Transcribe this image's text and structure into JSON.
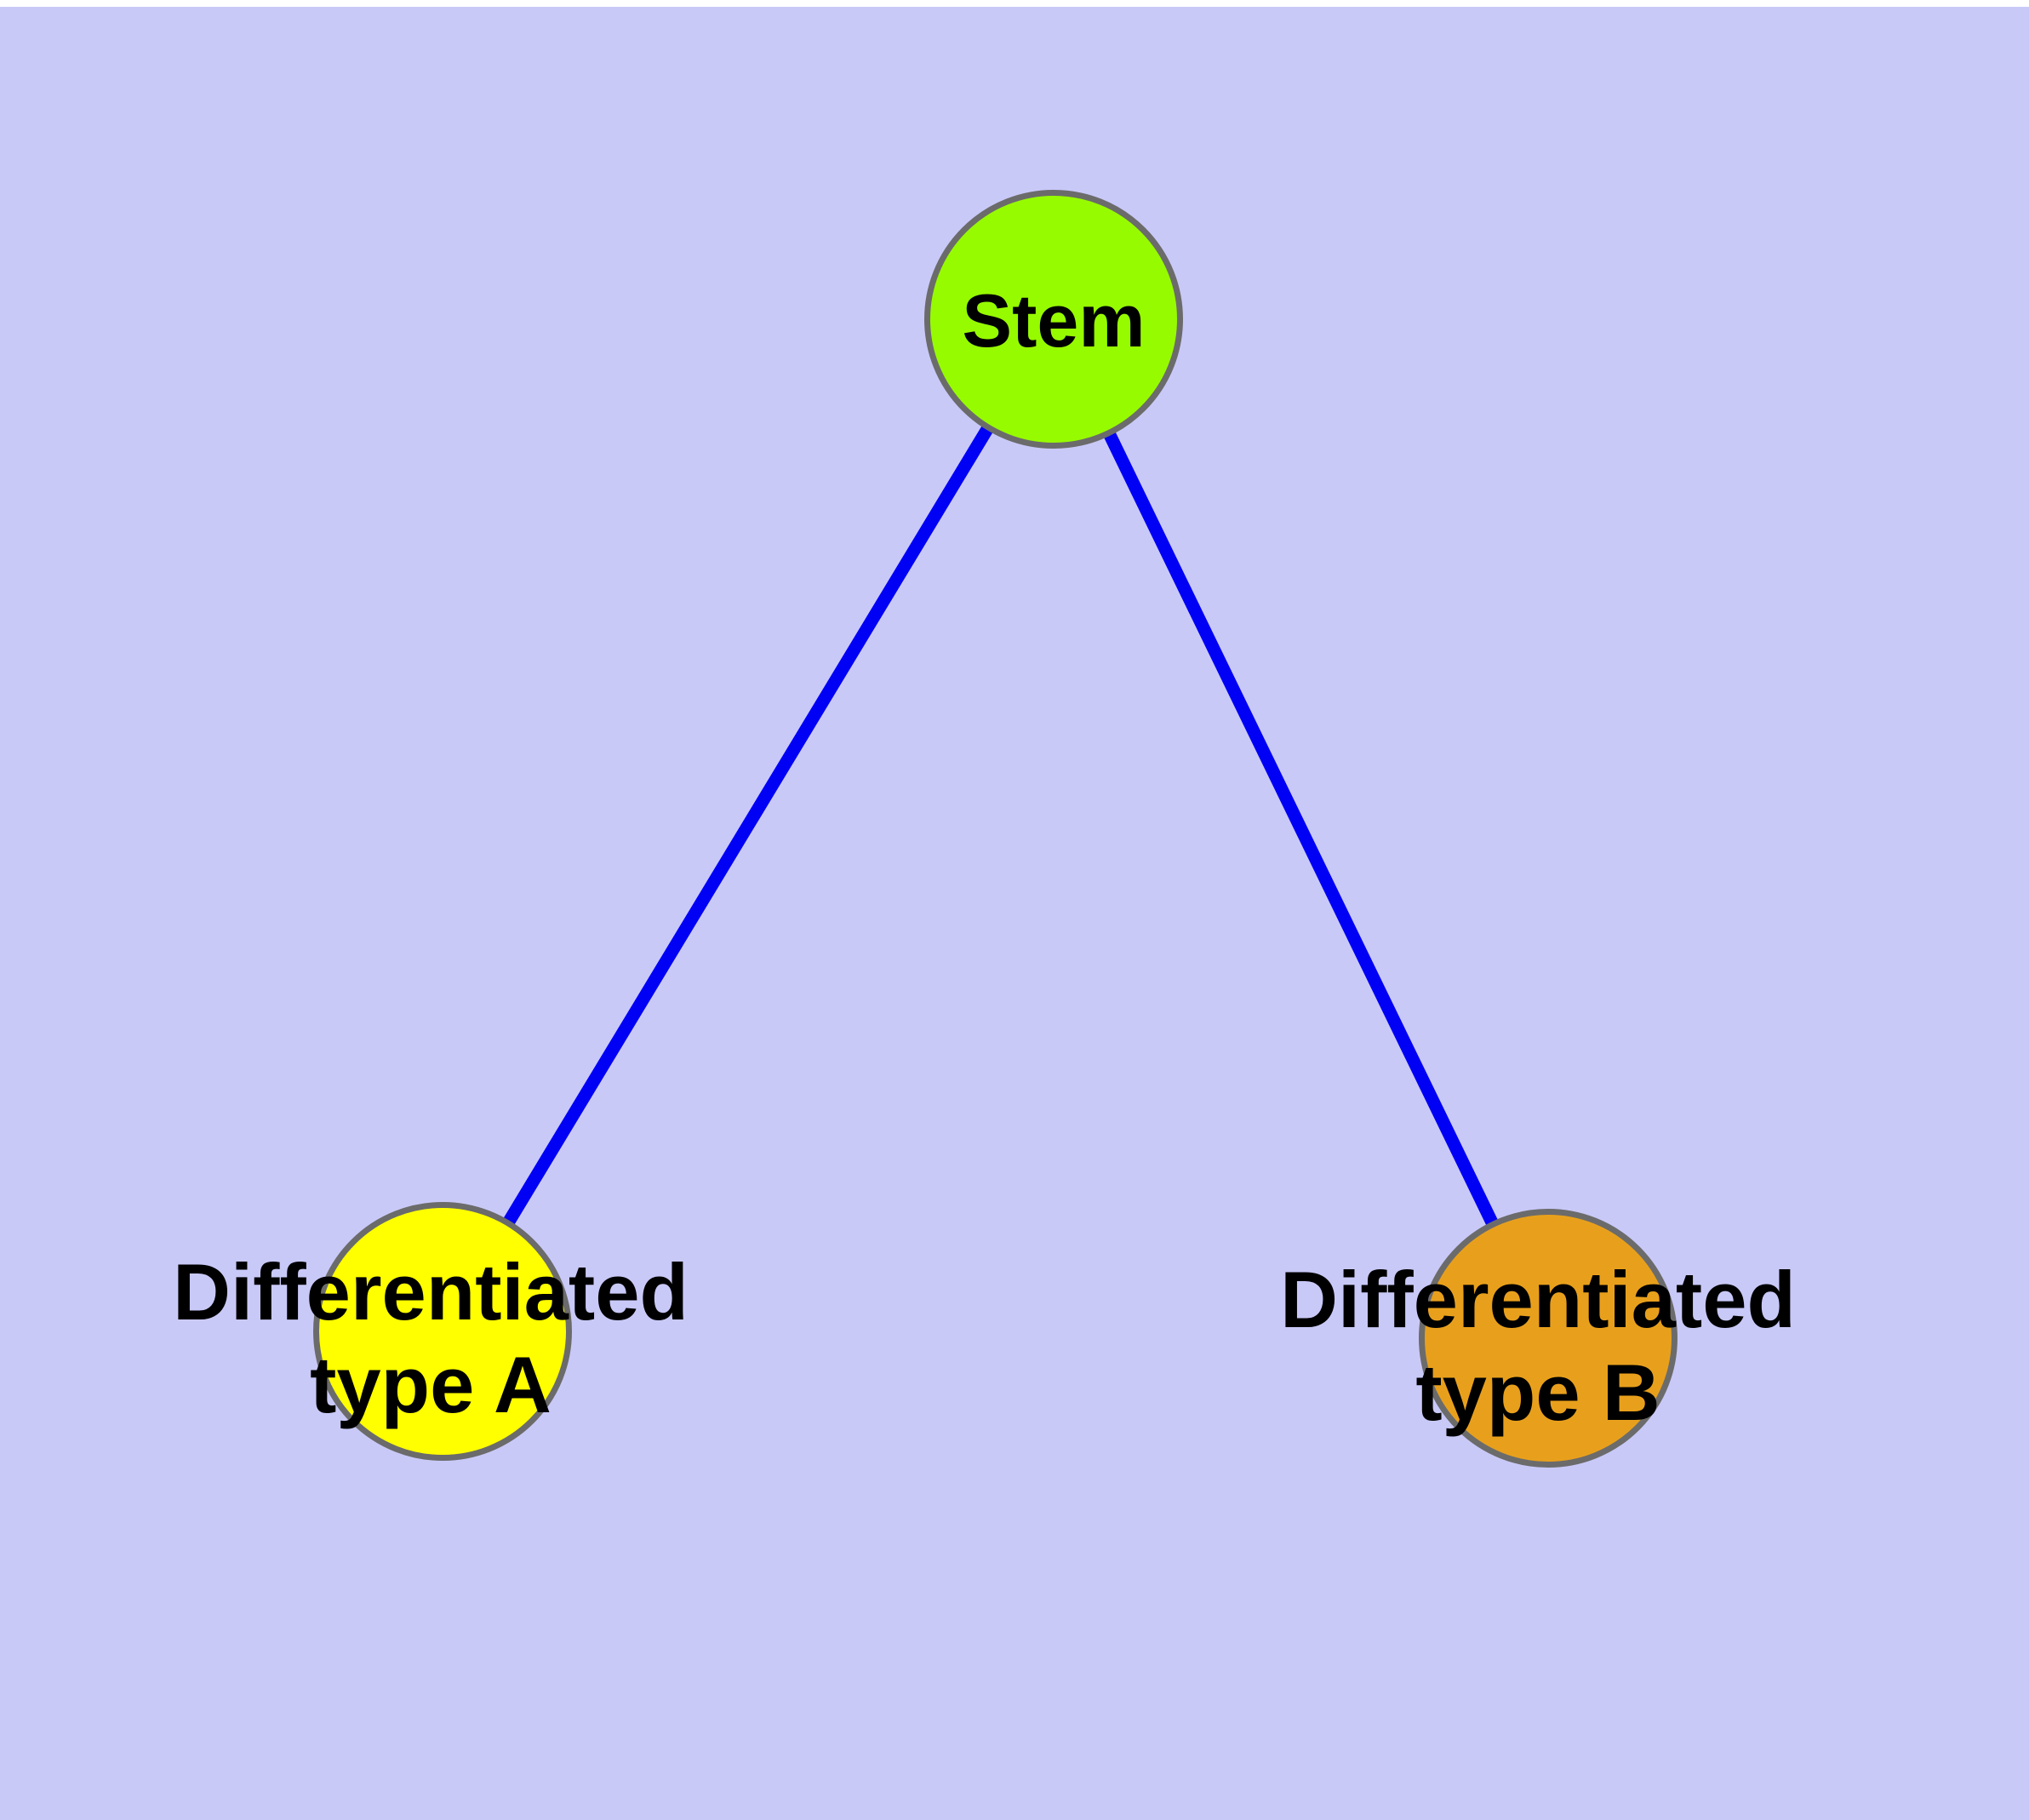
{
  "window": {
    "top_strip_color": "#ffffff"
  },
  "canvas": {
    "background": "#c9c9f8"
  },
  "graph": {
    "nodes": {
      "stem": {
        "label": "Stem",
        "fill": "#97fb00",
        "border": "#6b6b6b"
      },
      "type_a": {
        "label_line1": "Differentiated",
        "label_line2": "type A",
        "fill": "#ffff00",
        "border": "#6b6b6b"
      },
      "type_b": {
        "label_line1": "Differentiated",
        "label_line2": "type B",
        "fill": "#e8a01c",
        "border": "#6b6b6b"
      }
    },
    "edges": {
      "color": "#0000f4",
      "items": [
        {
          "from": "stem",
          "to": "type_a"
        },
        {
          "from": "stem",
          "to": "type_b"
        }
      ]
    }
  }
}
